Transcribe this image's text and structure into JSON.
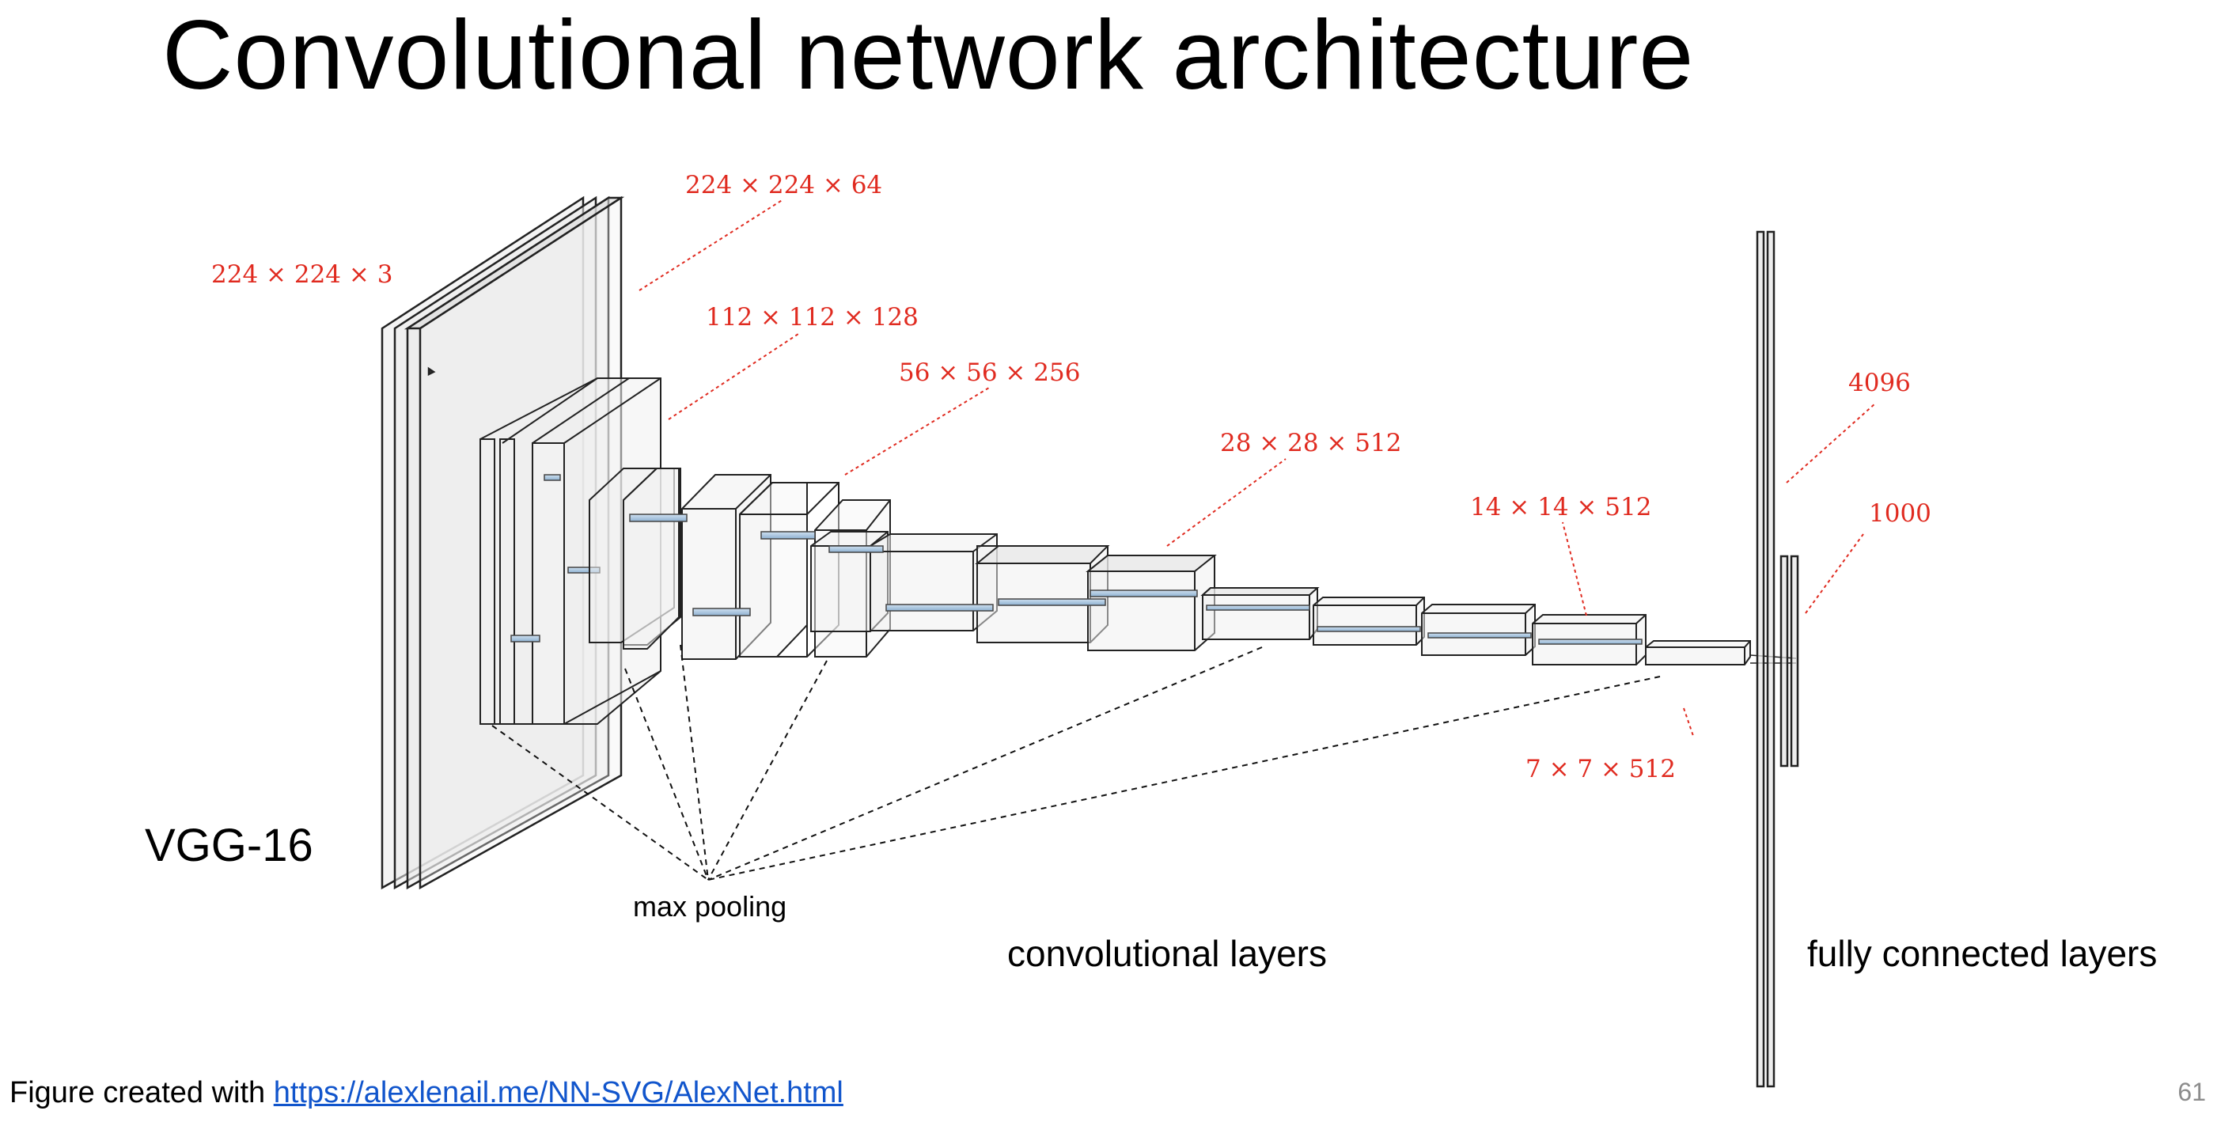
{
  "slide": {
    "title": "Convolutional network architecture",
    "page_number": "61"
  },
  "diagram": {
    "network_name": "VGG-16",
    "annotation_color": "#e02b20",
    "dimensions": {
      "input": "224 × 224 × 3",
      "conv1": "224 × 224 × 64",
      "conv2": "112 × 112 × 128",
      "conv3": "56 × 56 × 256",
      "conv4": "28 × 28 × 512",
      "conv5": "14 × 14 × 512",
      "pool5": "7 × 7 × 512",
      "fc1": "4096",
      "fc3": "1000"
    },
    "labels": {
      "max_pooling": "max pooling",
      "conv_layers": "convolutional layers",
      "fc_layers": "fully connected layers"
    }
  },
  "footer": {
    "prefix": "Figure created with ",
    "link_text": "https://alexlenail.me/NN-SVG/AlexNet.html"
  }
}
